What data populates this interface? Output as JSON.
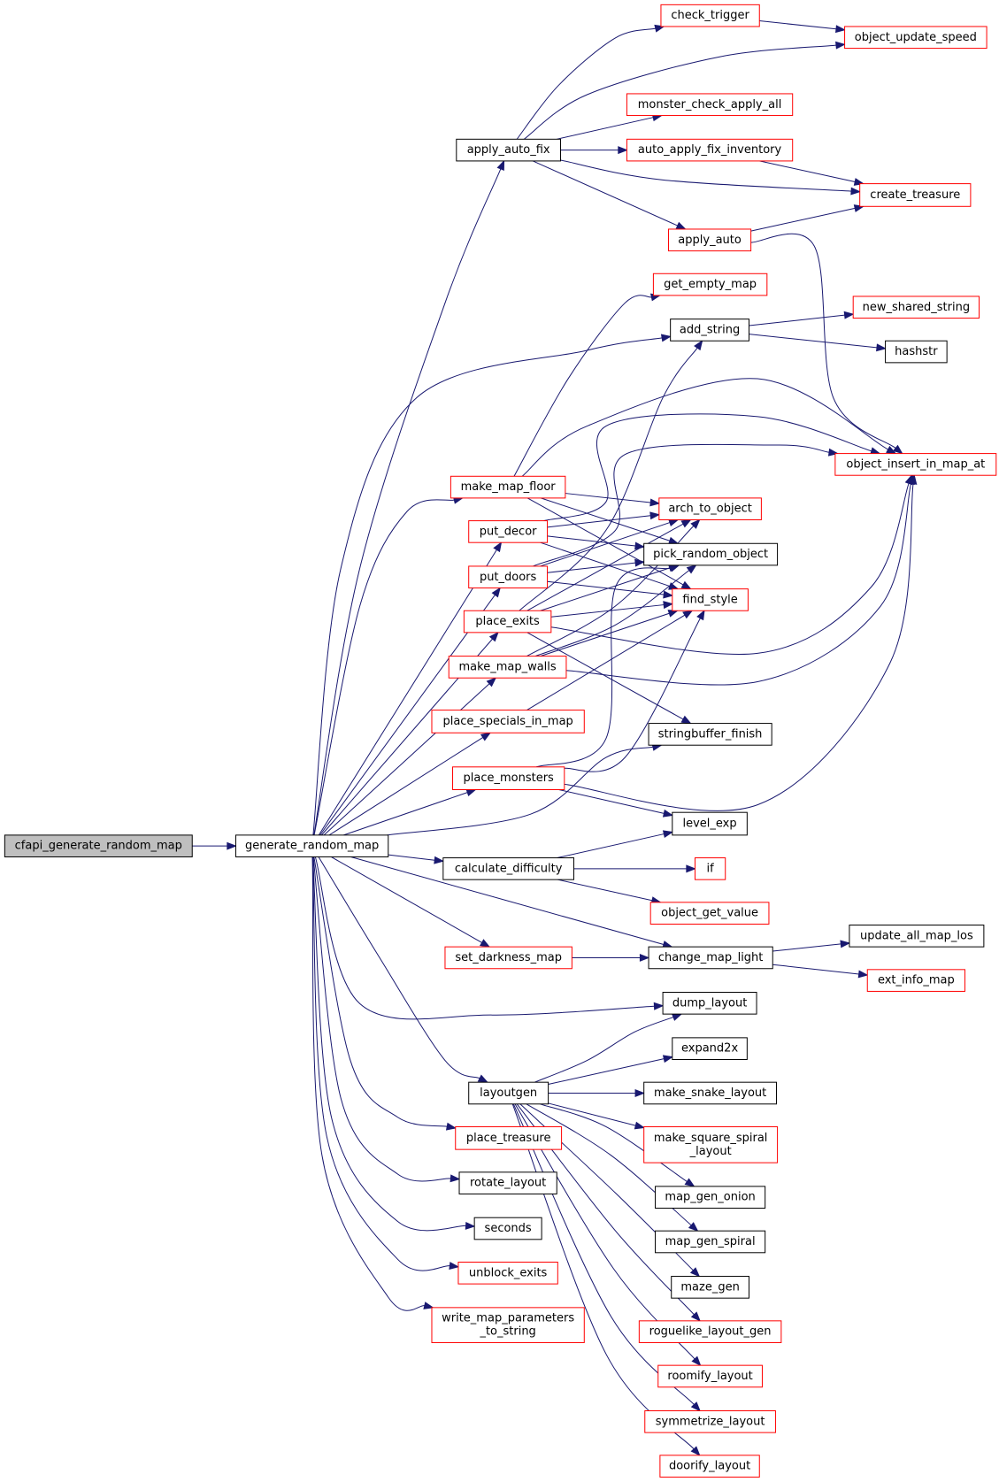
{
  "colors": {
    "edge": "#191970",
    "root_fill": "#bfbfbf",
    "normal_border": "#000000",
    "truncated_border": "#ff0000",
    "node_fill": "#ffffff"
  },
  "nodes": [
    {
      "id": "cfapi_generate_random_map",
      "lines": [
        "cfapi_generate_random_map"
      ],
      "style": "root"
    },
    {
      "id": "generate_random_map",
      "lines": [
        "generate_random_map"
      ],
      "style": "normal"
    },
    {
      "id": "apply_auto_fix",
      "lines": [
        "apply_auto_fix"
      ],
      "style": "normal"
    },
    {
      "id": "make_map_floor",
      "lines": [
        "make_map_floor"
      ],
      "style": "truncated"
    },
    {
      "id": "put_decor",
      "lines": [
        "put_decor"
      ],
      "style": "truncated"
    },
    {
      "id": "put_doors",
      "lines": [
        "put_doors"
      ],
      "style": "truncated"
    },
    {
      "id": "place_exits",
      "lines": [
        "place_exits"
      ],
      "style": "truncated"
    },
    {
      "id": "make_map_walls",
      "lines": [
        "make_map_walls"
      ],
      "style": "truncated"
    },
    {
      "id": "place_specials_in_map",
      "lines": [
        "place_specials_in_map"
      ],
      "style": "truncated"
    },
    {
      "id": "place_monsters",
      "lines": [
        "place_monsters"
      ],
      "style": "truncated"
    },
    {
      "id": "calculate_difficulty",
      "lines": [
        "calculate_difficulty"
      ],
      "style": "normal"
    },
    {
      "id": "set_darkness_map",
      "lines": [
        "set_darkness_map"
      ],
      "style": "truncated"
    },
    {
      "id": "layoutgen",
      "lines": [
        "layoutgen"
      ],
      "style": "normal"
    },
    {
      "id": "place_treasure",
      "lines": [
        "place_treasure"
      ],
      "style": "truncated"
    },
    {
      "id": "rotate_layout",
      "lines": [
        "rotate_layout"
      ],
      "style": "normal"
    },
    {
      "id": "seconds",
      "lines": [
        "seconds"
      ],
      "style": "normal"
    },
    {
      "id": "unblock_exits",
      "lines": [
        "unblock_exits"
      ],
      "style": "truncated"
    },
    {
      "id": "write_map_parameters_to_string",
      "lines": [
        "write_map_parameters",
        "_to_string"
      ],
      "style": "truncated"
    },
    {
      "id": "check_trigger",
      "lines": [
        "check_trigger"
      ],
      "style": "truncated"
    },
    {
      "id": "monster_check_apply_all",
      "lines": [
        "monster_check_apply_all"
      ],
      "style": "truncated"
    },
    {
      "id": "auto_apply_fix_inventory",
      "lines": [
        "auto_apply_fix_inventory"
      ],
      "style": "truncated"
    },
    {
      "id": "apply_auto",
      "lines": [
        "apply_auto"
      ],
      "style": "truncated"
    },
    {
      "id": "get_empty_map",
      "lines": [
        "get_empty_map"
      ],
      "style": "truncated"
    },
    {
      "id": "add_string",
      "lines": [
        "add_string"
      ],
      "style": "normal"
    },
    {
      "id": "arch_to_object",
      "lines": [
        "arch_to_object"
      ],
      "style": "truncated"
    },
    {
      "id": "pick_random_object",
      "lines": [
        "pick_random_object"
      ],
      "style": "normal"
    },
    {
      "id": "find_style",
      "lines": [
        "find_style"
      ],
      "style": "truncated"
    },
    {
      "id": "stringbuffer_finish",
      "lines": [
        "stringbuffer_finish"
      ],
      "style": "normal"
    },
    {
      "id": "level_exp",
      "lines": [
        "level_exp"
      ],
      "style": "normal"
    },
    {
      "id": "if",
      "lines": [
        "if"
      ],
      "style": "truncated"
    },
    {
      "id": "object_get_value",
      "lines": [
        "object_get_value"
      ],
      "style": "truncated"
    },
    {
      "id": "change_map_light",
      "lines": [
        "change_map_light"
      ],
      "style": "normal"
    },
    {
      "id": "dump_layout",
      "lines": [
        "dump_layout"
      ],
      "style": "normal"
    },
    {
      "id": "expand2x",
      "lines": [
        "expand2x"
      ],
      "style": "normal"
    },
    {
      "id": "make_snake_layout",
      "lines": [
        "make_snake_layout"
      ],
      "style": "normal"
    },
    {
      "id": "make_square_spiral_layout",
      "lines": [
        "make_square_spiral",
        "_layout"
      ],
      "style": "truncated"
    },
    {
      "id": "map_gen_onion",
      "lines": [
        "map_gen_onion"
      ],
      "style": "normal"
    },
    {
      "id": "map_gen_spiral",
      "lines": [
        "map_gen_spiral"
      ],
      "style": "normal"
    },
    {
      "id": "maze_gen",
      "lines": [
        "maze_gen"
      ],
      "style": "normal"
    },
    {
      "id": "roguelike_layout_gen",
      "lines": [
        "roguelike_layout_gen"
      ],
      "style": "truncated"
    },
    {
      "id": "roomify_layout",
      "lines": [
        "roomify_layout"
      ],
      "style": "truncated"
    },
    {
      "id": "symmetrize_layout",
      "lines": [
        "symmetrize_layout"
      ],
      "style": "truncated"
    },
    {
      "id": "doorify_layout",
      "lines": [
        "doorify_layout"
      ],
      "style": "truncated"
    },
    {
      "id": "object_update_speed",
      "lines": [
        "object_update_speed"
      ],
      "style": "truncated"
    },
    {
      "id": "create_treasure",
      "lines": [
        "create_treasure"
      ],
      "style": "truncated"
    },
    {
      "id": "new_shared_string",
      "lines": [
        "new_shared_string"
      ],
      "style": "truncated"
    },
    {
      "id": "hashstr",
      "lines": [
        "hashstr"
      ],
      "style": "normal"
    },
    {
      "id": "object_insert_in_map_at",
      "lines": [
        "object_insert_in_map_at"
      ],
      "style": "truncated"
    },
    {
      "id": "update_all_map_los",
      "lines": [
        "update_all_map_los"
      ],
      "style": "normal"
    },
    {
      "id": "ext_info_map",
      "lines": [
        "ext_info_map"
      ],
      "style": "truncated"
    }
  ],
  "edges": [
    [
      "cfapi_generate_random_map",
      "generate_random_map"
    ],
    [
      "generate_random_map",
      "apply_auto_fix"
    ],
    [
      "generate_random_map",
      "make_map_floor"
    ],
    [
      "generate_random_map",
      "put_decor"
    ],
    [
      "generate_random_map",
      "put_doors"
    ],
    [
      "generate_random_map",
      "place_exits"
    ],
    [
      "generate_random_map",
      "make_map_walls"
    ],
    [
      "generate_random_map",
      "place_specials_in_map"
    ],
    [
      "generate_random_map",
      "place_monsters"
    ],
    [
      "generate_random_map",
      "calculate_difficulty"
    ],
    [
      "generate_random_map",
      "set_darkness_map"
    ],
    [
      "generate_random_map",
      "layoutgen"
    ],
    [
      "generate_random_map",
      "place_treasure"
    ],
    [
      "generate_random_map",
      "rotate_layout"
    ],
    [
      "generate_random_map",
      "seconds"
    ],
    [
      "generate_random_map",
      "unblock_exits"
    ],
    [
      "generate_random_map",
      "write_map_parameters_to_string"
    ],
    [
      "generate_random_map",
      "add_string"
    ],
    [
      "generate_random_map",
      "stringbuffer_finish"
    ],
    [
      "generate_random_map",
      "change_map_light"
    ],
    [
      "generate_random_map",
      "dump_layout"
    ],
    [
      "apply_auto_fix",
      "check_trigger"
    ],
    [
      "apply_auto_fix",
      "object_update_speed"
    ],
    [
      "apply_auto_fix",
      "monster_check_apply_all"
    ],
    [
      "apply_auto_fix",
      "auto_apply_fix_inventory"
    ],
    [
      "apply_auto_fix",
      "create_treasure"
    ],
    [
      "apply_auto_fix",
      "apply_auto"
    ],
    [
      "check_trigger",
      "object_update_speed"
    ],
    [
      "auto_apply_fix_inventory",
      "create_treasure"
    ],
    [
      "apply_auto",
      "create_treasure"
    ],
    [
      "apply_auto",
      "object_insert_in_map_at"
    ],
    [
      "add_string",
      "new_shared_string"
    ],
    [
      "add_string",
      "hashstr"
    ],
    [
      "make_map_floor",
      "get_empty_map"
    ],
    [
      "make_map_floor",
      "object_insert_in_map_at"
    ],
    [
      "make_map_floor",
      "arch_to_object"
    ],
    [
      "make_map_floor",
      "pick_random_object"
    ],
    [
      "make_map_floor",
      "find_style"
    ],
    [
      "put_decor",
      "object_insert_in_map_at"
    ],
    [
      "put_decor",
      "arch_to_object"
    ],
    [
      "put_decor",
      "pick_random_object"
    ],
    [
      "put_decor",
      "find_style"
    ],
    [
      "put_doors",
      "object_insert_in_map_at"
    ],
    [
      "put_doors",
      "arch_to_object"
    ],
    [
      "put_doors",
      "pick_random_object"
    ],
    [
      "put_doors",
      "find_style"
    ],
    [
      "place_exits",
      "add_string"
    ],
    [
      "place_exits",
      "arch_to_object"
    ],
    [
      "place_exits",
      "pick_random_object"
    ],
    [
      "place_exits",
      "find_style"
    ],
    [
      "place_exits",
      "object_insert_in_map_at"
    ],
    [
      "place_exits",
      "stringbuffer_finish"
    ],
    [
      "make_map_walls",
      "arch_to_object"
    ],
    [
      "make_map_walls",
      "pick_random_object"
    ],
    [
      "make_map_walls",
      "find_style"
    ],
    [
      "make_map_walls",
      "object_insert_in_map_at"
    ],
    [
      "place_specials_in_map",
      "find_style"
    ],
    [
      "place_monsters",
      "pick_random_object"
    ],
    [
      "place_monsters",
      "find_style"
    ],
    [
      "place_monsters",
      "object_insert_in_map_at"
    ],
    [
      "place_monsters",
      "level_exp"
    ],
    [
      "calculate_difficulty",
      "level_exp"
    ],
    [
      "calculate_difficulty",
      "if"
    ],
    [
      "calculate_difficulty",
      "object_get_value"
    ],
    [
      "set_darkness_map",
      "change_map_light"
    ],
    [
      "change_map_light",
      "update_all_map_los"
    ],
    [
      "change_map_light",
      "ext_info_map"
    ],
    [
      "layoutgen",
      "dump_layout"
    ],
    [
      "layoutgen",
      "expand2x"
    ],
    [
      "layoutgen",
      "make_snake_layout"
    ],
    [
      "layoutgen",
      "make_square_spiral_layout"
    ],
    [
      "layoutgen",
      "map_gen_onion"
    ],
    [
      "layoutgen",
      "map_gen_spiral"
    ],
    [
      "layoutgen",
      "maze_gen"
    ],
    [
      "layoutgen",
      "roguelike_layout_gen"
    ],
    [
      "layoutgen",
      "roomify_layout"
    ],
    [
      "layoutgen",
      "symmetrize_layout"
    ],
    [
      "layoutgen",
      "doorify_layout"
    ]
  ]
}
